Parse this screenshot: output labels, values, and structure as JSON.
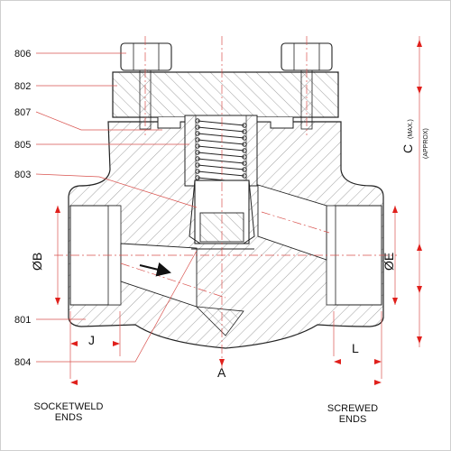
{
  "callouts": [
    "806",
    "802",
    "807",
    "805",
    "803",
    "801",
    "804"
  ],
  "dimensions": {
    "bore_left": "ØB",
    "bore_right": "ØE",
    "center": "A",
    "left_depth": "J",
    "right_depth": "L",
    "height": "C",
    "height_note_max": "(MAX.)",
    "height_note_approx": "(APPROX)"
  },
  "ends": {
    "left_line1": "SOCKETWELD",
    "left_line2": "ENDS",
    "right_line1": "SCREWED",
    "right_line2": "ENDS"
  },
  "colors": {
    "outline": "#222222",
    "hatch": "#8a8a8a",
    "leader": "#d9534f",
    "arrow": "#e0201c"
  }
}
